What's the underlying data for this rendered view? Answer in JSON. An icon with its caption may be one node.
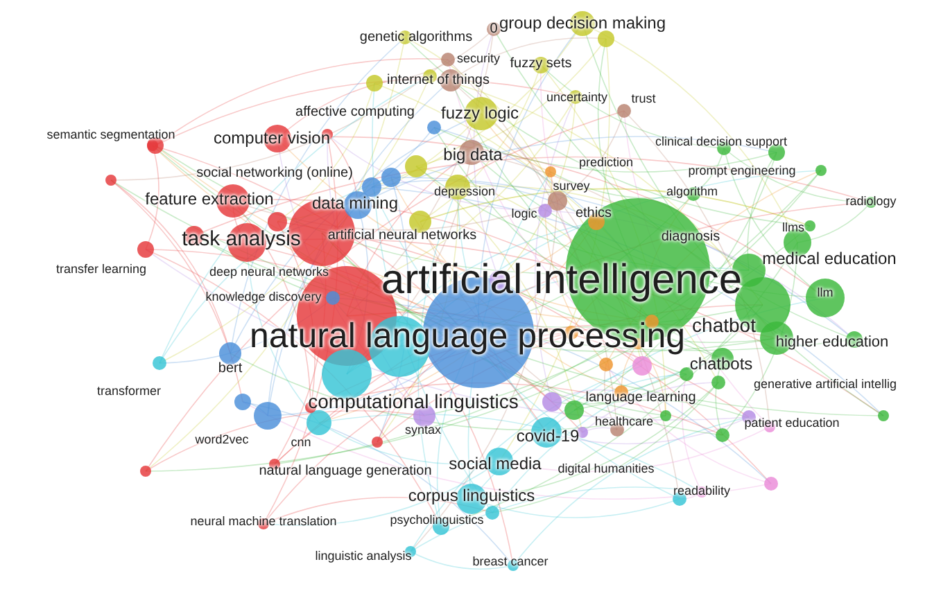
{
  "diagram": {
    "labels": [
      "genetic algorithms",
      "0",
      "group decision making",
      "security",
      "fuzzy sets",
      "internet of things",
      "trust",
      "affective computing",
      "fuzzy logic",
      "uncertainty",
      "semantic segmentation",
      "computer vision",
      "big data",
      "clinical decision support",
      "prediction",
      "prompt engineering",
      "radiology",
      "social networking (online)",
      "depression",
      "survey",
      "algorithm",
      "feature extraction",
      "data mining",
      "ethics",
      "logic",
      "diagnosis",
      "llms",
      "task analysis",
      "artificial neural networks",
      "medical education",
      "artificial intelligence",
      "transfer learning",
      "deep neural networks",
      "knowledge discovery",
      "llm",
      "natural language processing",
      "chatbot",
      "higher education",
      "chatbots",
      "bert",
      "transformer",
      "generative artificial intellig",
      "computational linguistics",
      "language learning",
      "healthcare",
      "patient education",
      "word2vec",
      "cnn",
      "covid-19",
      "syntax",
      "social media",
      "digital humanities",
      "natural language generation",
      "readability",
      "corpus linguistics",
      "neural machine translation",
      "psycholinguistics",
      "linguistic analysis",
      "breast cancer"
    ]
  }
}
